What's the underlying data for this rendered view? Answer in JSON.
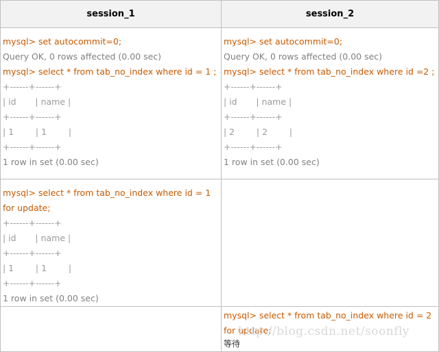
{
  "headers": [
    "session_1",
    "session_2"
  ],
  "rows": [
    {
      "left": [
        {
          "t": "mysql> set autocommit=0;",
          "c": "cmd"
        },
        {
          "t": "Query OK, 0 rows affected (0.00 sec)",
          "c": "out"
        },
        {
          "t": "mysql> select * from tab_no_index where id = 1 ;",
          "c": "cmd"
        },
        {
          "t": "+------+------+",
          "c": "tbl"
        },
        {
          "t": "| id       | name |",
          "c": "tbl"
        },
        {
          "t": "+------+------+",
          "c": "tbl"
        },
        {
          "t": "| 1        | 1        |",
          "c": "tbl"
        },
        {
          "t": "+------+------+",
          "c": "tbl"
        },
        {
          "t": "1 row in set (0.00 sec)",
          "c": "out"
        }
      ],
      "right": [
        {
          "t": "mysql> set autocommit=0;",
          "c": "cmd"
        },
        {
          "t": "Query OK, 0 rows affected (0.00 sec)",
          "c": "out"
        },
        {
          "t": "mysql> select * from tab_no_index where id =2 ;",
          "c": "cmd"
        },
        {
          "t": "+------+------+",
          "c": "tbl"
        },
        {
          "t": "| id       | name |",
          "c": "tbl"
        },
        {
          "t": "+------+------+",
          "c": "tbl"
        },
        {
          "t": "| 2        | 2        |",
          "c": "tbl"
        },
        {
          "t": "+------+------+",
          "c": "tbl"
        },
        {
          "t": "1 row in set (0.00 sec)",
          "c": "out"
        }
      ]
    },
    {
      "left": [
        {
          "t": "mysql> select * from tab_no_index where id = 1",
          "c": "cmd"
        },
        {
          "t": "for update;",
          "c": "cmd"
        },
        {
          "t": "+------+------+",
          "c": "tbl"
        },
        {
          "t": "| id       | name |",
          "c": "tbl"
        },
        {
          "t": "+------+------+",
          "c": "tbl"
        },
        {
          "t": "| 1        | 1        |",
          "c": "tbl"
        },
        {
          "t": "+------+------+",
          "c": "tbl"
        },
        {
          "t": "1 row in set (0.00 sec)",
          "c": "out"
        }
      ],
      "right": []
    },
    {
      "left": [],
      "right": [
        {
          "t": "mysql> select * from tab_no_index where id = 2",
          "c": "cmd"
        },
        {
          "t": "for update;",
          "c": "cmd"
        },
        {
          "t": "等待",
          "c": "note"
        }
      ]
    }
  ],
  "watermark": "http://blog.csdn.net/soonfly",
  "colors": {
    "command": "#c65a00",
    "output": "#808080",
    "border": "#bfbfbf",
    "header_bg": "#f2f2f2"
  }
}
